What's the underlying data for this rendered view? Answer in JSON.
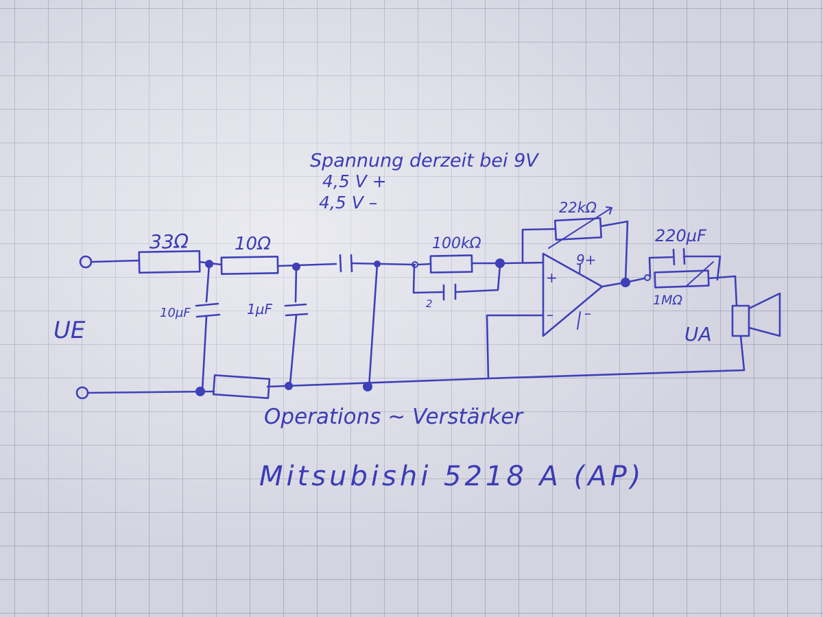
{
  "annotations": {
    "supply_title": "Spannung derzeit bei 9V",
    "supply_pos": "4,5 V +",
    "supply_neg": "4,5 V –",
    "input_voltage": "UE",
    "output_voltage": "UA",
    "opamp_caption": "Operations ~ Verstärker",
    "opamp_model": "Mitsubishi 5218 A (AP)"
  },
  "components": {
    "r1": "33Ω",
    "r2": "10Ω",
    "c1": "10µF",
    "c2": "1µF",
    "r3": "100kΩ",
    "c3": "2",
    "pot": "22kΩ",
    "c_out": "220µF",
    "r_out": "1MΩ",
    "opamp_plus_in": "+",
    "opamp_minus_in": "–",
    "opamp_vplus": "9+",
    "opamp_vminus": "–"
  },
  "colors": {
    "ink": "#3f3fb8",
    "paper": "#d3d4e0",
    "grid": "#787a96"
  }
}
